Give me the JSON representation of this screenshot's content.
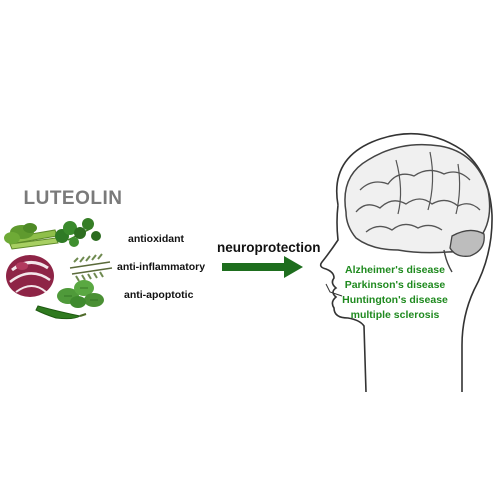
{
  "compound": {
    "name": "LUTEOLIN"
  },
  "food_sources": [
    {
      "icon": "celery-icon"
    },
    {
      "icon": "parsley-icon"
    },
    {
      "icon": "radicchio-icon"
    },
    {
      "icon": "rosemary-icon"
    },
    {
      "icon": "mint-icon"
    },
    {
      "icon": "green-pepper-icon"
    }
  ],
  "properties": [
    "antioxidant",
    "anti-inflammatory",
    "anti-apoptotic"
  ],
  "effect": {
    "label": "neuroprotection",
    "arrow_color": "#1e6e1e"
  },
  "diseases": [
    "Alzheimer's disease",
    "Parkinson's disease",
    "Huntington's disease",
    "multiple sclerosis"
  ],
  "colors": {
    "title": "#7a7a7a",
    "disease_text": "#1f8a1f",
    "brain_fill": "#f0f0f0",
    "cerebellum_fill": "#bdbdbd"
  }
}
